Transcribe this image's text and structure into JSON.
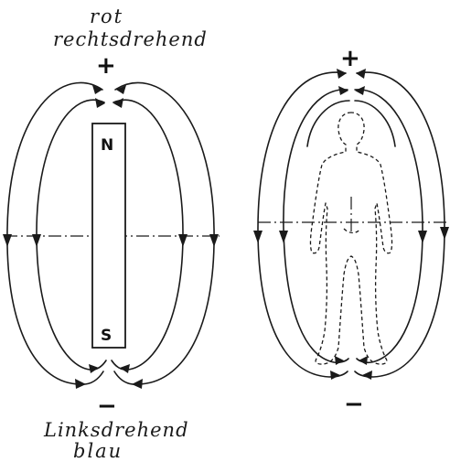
{
  "labels": {
    "top_color": "rot",
    "top_rotation": "rechtsdrehend",
    "bottom_rotation": "Linksdrehend",
    "bottom_color": "blau",
    "plus_left": "+",
    "plus_right": "+",
    "minus_left": "−",
    "minus_right": "−",
    "north": "N",
    "south": "S"
  }
}
